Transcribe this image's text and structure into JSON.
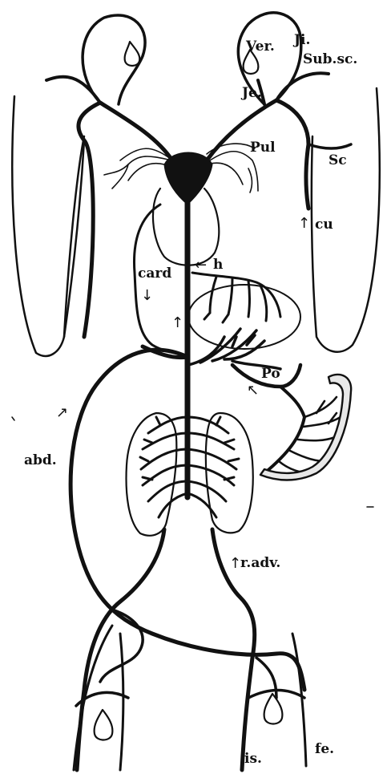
{
  "labels": {
    "ver": "Ver.",
    "ji": "Ji.",
    "sub_sc": "Sub.sc.",
    "je": "Je.",
    "pul": "Pul",
    "sc": "Sc",
    "cu": "cu",
    "h": "h",
    "card": "card",
    "po": "Po",
    "abd": "abd.",
    "r_adv": "r.adv.",
    "is": "is.",
    "fe": "fe."
  },
  "colors": {
    "ink": "#111111",
    "paper": "#ffffff",
    "organ_fill": "#ffffff",
    "intestine_fill": "#e8e8e8"
  },
  "icons": {
    "arrow_up": "↑",
    "arrow_down": "↓",
    "arrow_left": "←",
    "arrow_upright": "↗",
    "arrow_upleft": "↖"
  }
}
